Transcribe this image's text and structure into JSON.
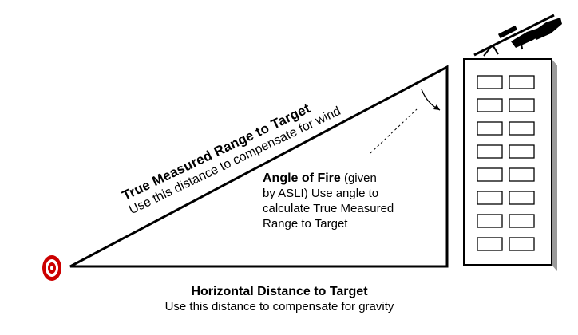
{
  "hypotenuse": {
    "title": "True Measured Range to Target",
    "subtitle": "Use this distance to compensate for wind"
  },
  "angle": {
    "title": "Angle of Fire",
    "note": "(given",
    "lines": [
      "by ASLI) Use angle to",
      "calculate True Measured",
      "Range to Target"
    ]
  },
  "base": {
    "title": "Horizontal Distance to Target",
    "subtitle": "Use this distance to compensate for gravity"
  },
  "colors": {
    "target_red": "#cc0000",
    "building_shade": "#9a9a9a",
    "ink": "#000000"
  },
  "icons": {
    "target": "target-icon",
    "rifle": "rifle-icon",
    "building": "building-icon"
  }
}
